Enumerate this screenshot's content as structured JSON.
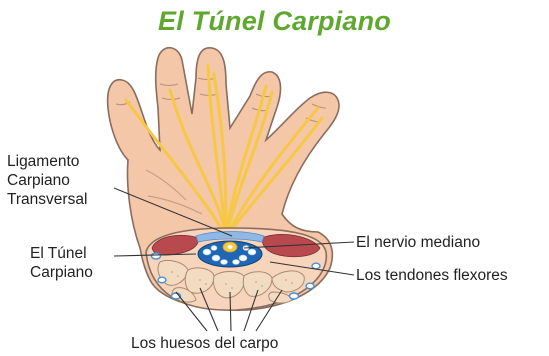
{
  "title": "El Túnel Carpiano",
  "labels": {
    "ligament": [
      "Ligamento",
      "Carpiano",
      "Transversal"
    ],
    "tunnel": [
      "El Túnel",
      "Carpiano"
    ],
    "nerve": "El nervio mediano",
    "tendons": "Los tendones flexores",
    "bones": "Los huesos del carpo"
  },
  "colors": {
    "title": "#5fa830",
    "skin": "#f3c7a8",
    "skin_outline": "#8a6d5d",
    "nerve": "#f6c843",
    "ligament": "#8fb8e6",
    "tunnel": "#1f67b5",
    "muscle": "#b84a4f",
    "bone": "#f2dbc1",
    "tendon": "#ffffff"
  }
}
